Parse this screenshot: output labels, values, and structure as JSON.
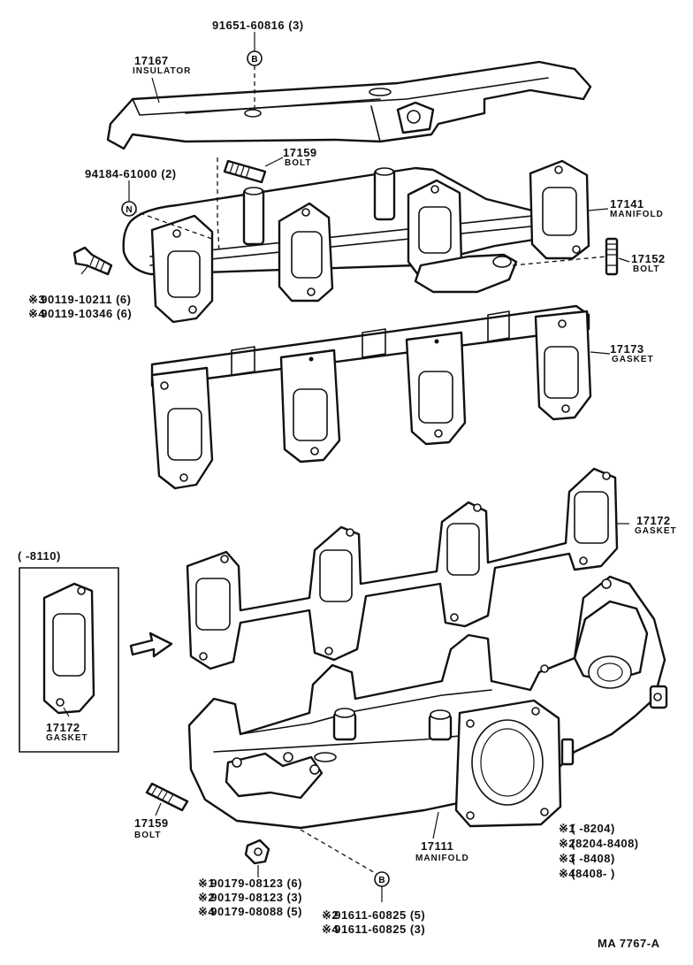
{
  "parts": {
    "p91651": {
      "number": "91651-60816 (3)"
    },
    "p17167": {
      "number": "17167",
      "name": "INSULATOR"
    },
    "p17159_top": {
      "number": "17159",
      "name": "BOLT"
    },
    "p94184": {
      "number": "94184-61000 (2)"
    },
    "p17141": {
      "number": "17141",
      "name": "MANIFOLD"
    },
    "p17152": {
      "number": "17152",
      "name": "BOLT"
    },
    "p90119a": {
      "mark": "※3",
      "number": "90119-10211 (6)"
    },
    "p90119b": {
      "mark": "※4",
      "number": "90119-10346 (6)"
    },
    "p17173": {
      "number": "17173",
      "name": "GASKET"
    },
    "p17172": {
      "number": "17172",
      "name": "GASKET"
    },
    "inset": {
      "range": "(      -8110)",
      "number": "17172",
      "name": "GASKET"
    },
    "p17159_bottom": {
      "number": "17159",
      "name": "BOLT"
    },
    "p17111": {
      "number": "17111",
      "name": "MANIFOLD"
    },
    "p90179a": {
      "mark": "※1",
      "number": "90179-08123 (6)"
    },
    "p90179b": {
      "mark": "※2",
      "number": "90179-08123 (3)"
    },
    "p90179c": {
      "mark": "※4",
      "number": "90179-08088 (5)"
    },
    "p91611a": {
      "mark": "※2",
      "number": "91611-60825 (5)"
    },
    "p91611b": {
      "mark": "※4",
      "number": "91611-60825 (3)"
    }
  },
  "callouts": {
    "B": "B",
    "N": "N"
  },
  "legend": [
    {
      "mark": "※1",
      "range": "(      -8204)"
    },
    {
      "mark": "※2",
      "range": "(8204-8408)"
    },
    {
      "mark": "※3",
      "range": "(      -8408)"
    },
    {
      "mark": "※4",
      "range": "(8408-      )"
    }
  ],
  "diagram_id": "MA  7767-A"
}
